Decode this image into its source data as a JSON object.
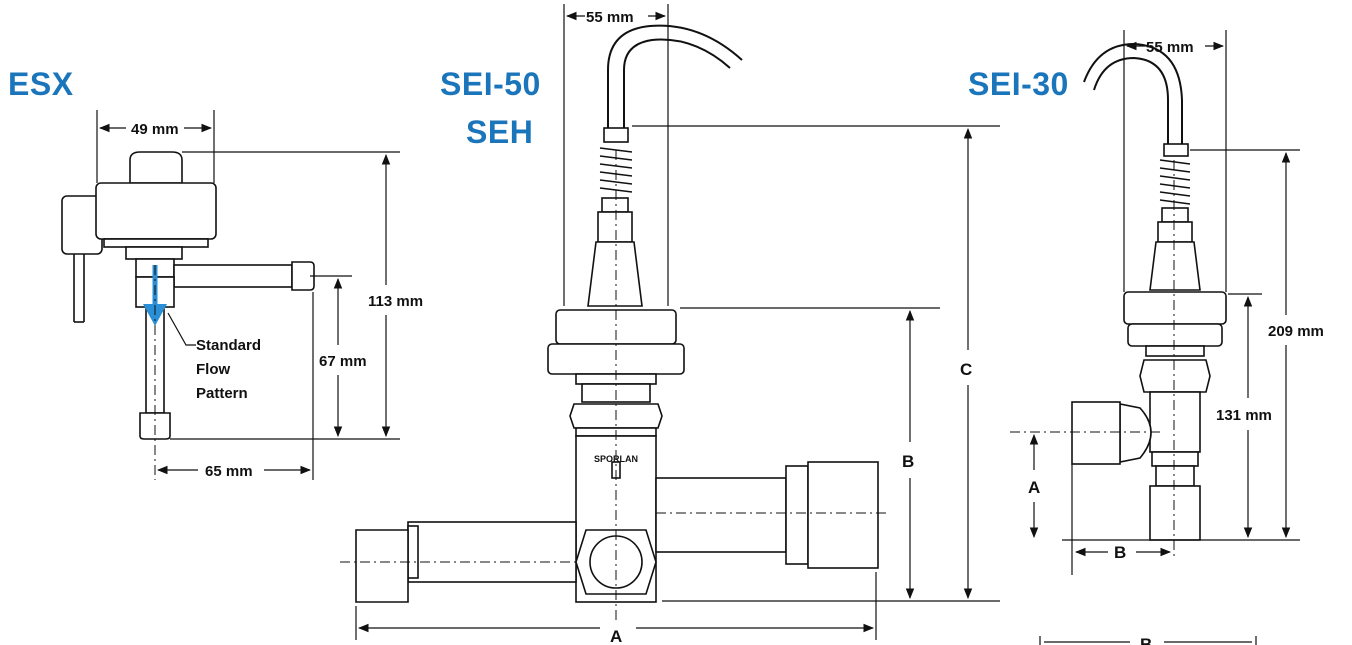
{
  "colors": {
    "model_title": "#1b75bb",
    "flow_arrow": "#2a8fd6",
    "line": "#111111"
  },
  "esx": {
    "title": "ESX",
    "dim_width": "49 mm",
    "dim_height": "113 mm",
    "dim_outlet_height": "67 mm",
    "dim_outlet_length": "65 mm",
    "flow_label": [
      "Standard",
      "Flow",
      "Pattern"
    ]
  },
  "sei50": {
    "title_line1": "SEI-50",
    "title_line2": "SEH",
    "dim_top": "55 mm",
    "dim_c": "C",
    "dim_b": "B",
    "dim_a": "A",
    "body_brand": "SPORLAN"
  },
  "sei30": {
    "title": "SEI-30",
    "dim_top": "55 mm",
    "dim_height": "209 mm",
    "dim_body": "131 mm",
    "dim_a": "A",
    "dim_b": "B",
    "dim_b2": "B"
  }
}
